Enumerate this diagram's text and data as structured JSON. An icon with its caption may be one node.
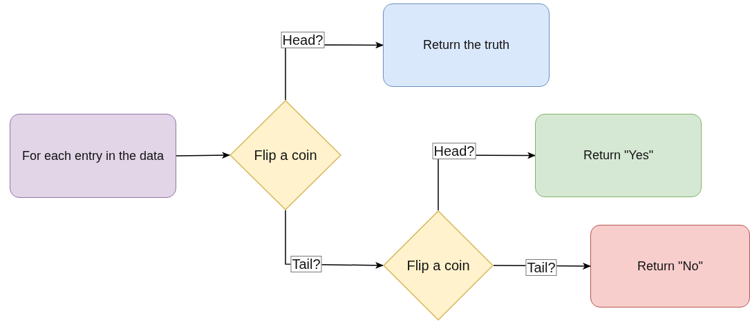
{
  "diagram": {
    "nodes": [
      {
        "text": [
          "For each entry in the data"
        ]
      },
      {
        "text": [
          "Flip a coin"
        ]
      },
      {
        "text": [
          "Return the truth"
        ]
      },
      {
        "text": [
          "Return \"Yes\""
        ]
      },
      {
        "text": [
          "Flip a coin"
        ]
      },
      {
        "text": [
          "Return \"No\""
        ]
      }
    ],
    "edges": [
      {
        "from": 0,
        "to": 1,
        "arrow": "to"
      },
      {
        "from": 1,
        "to": 2,
        "arrow": "to",
        "label": "Head?"
      },
      {
        "from": 1,
        "to": 4,
        "arrow": "to",
        "label": "Tail?"
      },
      {
        "from": 4,
        "to": 3,
        "arrow": "to",
        "label": "Head?"
      },
      {
        "from": 4,
        "to": 5,
        "arrow": "to",
        "label": "Tail?"
      }
    ]
  }
}
